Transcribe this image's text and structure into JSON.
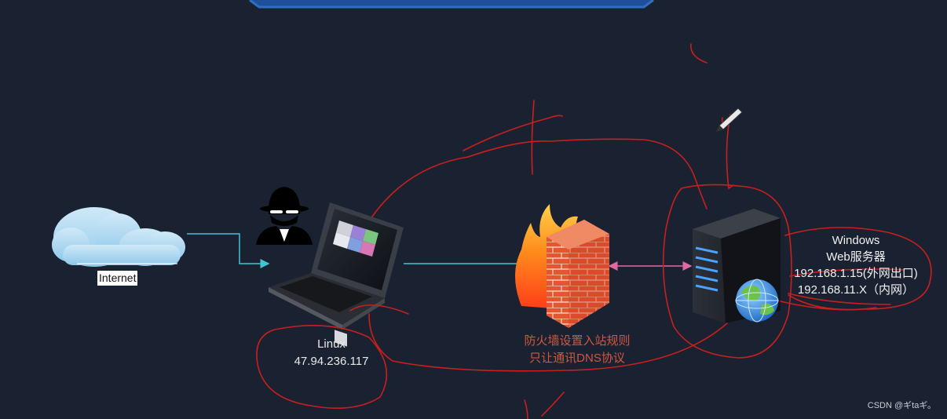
{
  "nodes": {
    "internet": {
      "label": "Internet"
    },
    "linux": {
      "name": "Linux",
      "ip": "47.94.236.117"
    },
    "firewall": {
      "line1": "防火墙设置入站规则",
      "line2": "只让通讯DNS协议"
    },
    "server": {
      "os": "Windows",
      "role": "Web服务器",
      "ip_external": "192.168.1.15(外网出口)",
      "ip_internal": "192.168.11.X（内网）"
    }
  },
  "watermark": "CSDN @ギtaギ。",
  "colors": {
    "background": "#1a2130",
    "connector": "#3fc6d6",
    "server_link": "#e06aa0",
    "annotation": "#c8201e",
    "firewall_text": "#d2573f",
    "banner_border": "#2f6fbf"
  }
}
